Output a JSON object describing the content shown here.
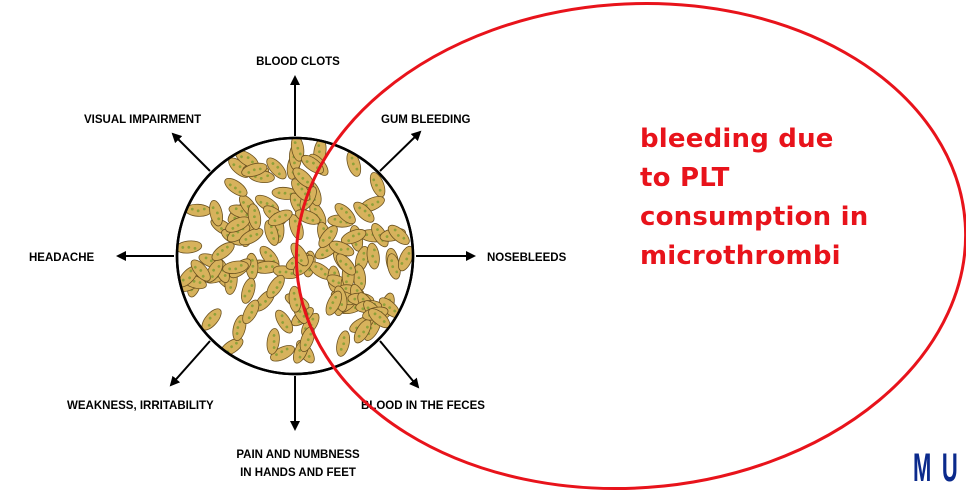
{
  "diagram": {
    "symptoms": {
      "top": "BLOOD CLOTS",
      "top_left": "VISUAL IMPAIRMENT",
      "top_right": "GUM BLEEDING",
      "left": "HEADACHE",
      "right": "NOSEBLEEDS",
      "bottom_left": "WEAKNESS, IRRITABILITY",
      "bottom_right": "BLOOD IN THE FECES",
      "bottom_line1": "PAIN AND NUMBNESS",
      "bottom_line2": "IN HANDS AND FEET"
    },
    "cell_fill_color": "#d7b25c",
    "cell_spot_color": "#8fa13a"
  },
  "annotation": {
    "lines": [
      "bleeding due",
      "to PLT",
      "consumption in",
      "microthrombi"
    ],
    "color": "#e8131b"
  },
  "logo": {
    "text": "M U",
    "color": "#0b2a8c"
  }
}
